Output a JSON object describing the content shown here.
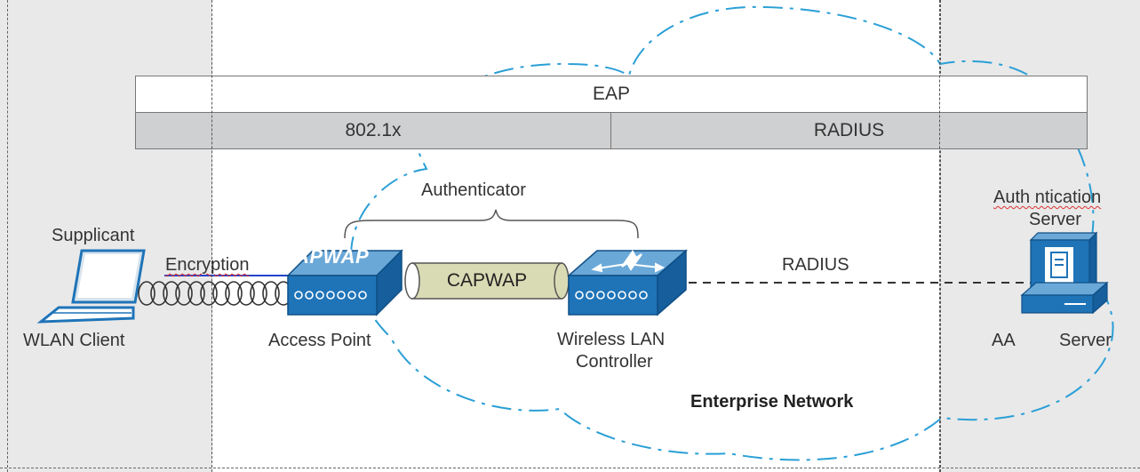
{
  "protocol_stack": {
    "eap": "EAP",
    "dot1x": "802.1x",
    "radius": "RADIUS"
  },
  "labels": {
    "authenticator": "Authenticator",
    "supplicant": "Supplicant",
    "encryption": "Encryption",
    "wlan_client": "WLAN Client",
    "access_point": "Access Point",
    "capwap_tunnel": "CAPWAP",
    "ap_badge": "APWAP",
    "wlc_line1": "Wireless LAN",
    "wlc_line2": "Controller",
    "radius_link": "RADIUS",
    "auth_server_line1": "Auth ntication",
    "auth_server_line2": "Server",
    "aa": "AA",
    "server": "Server",
    "enterprise_network": "Enterprise Network"
  },
  "colors": {
    "cloud_outline": "#2a9fd6",
    "device_blue": "#1f74b8",
    "tunnel_fill": "#d9dbb4",
    "zone_gray": "#e9e9e9",
    "bar_gray": "#cfd0d1"
  },
  "icons": [
    "laptop-icon",
    "access-point-icon",
    "wireless-lan-controller-icon",
    "server-icon",
    "wireless-link-icon"
  ]
}
